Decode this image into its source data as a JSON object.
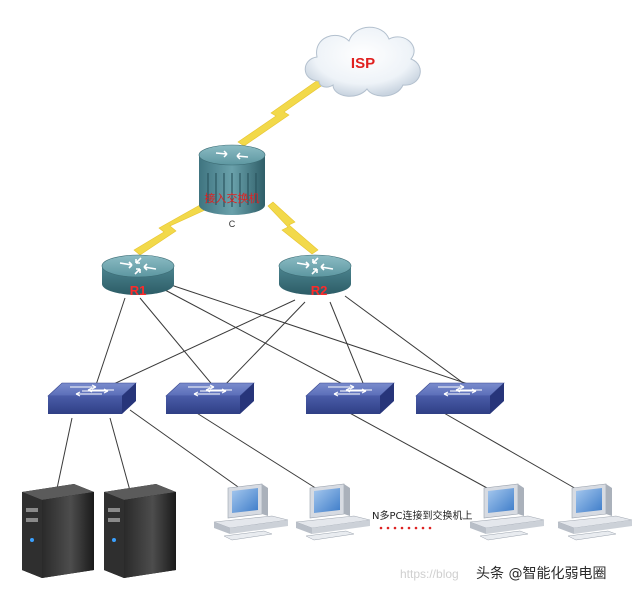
{
  "diagram": {
    "isp_label": "ISP",
    "core_label": "接入交换机",
    "core_sub_label": "C",
    "router1_label": "R1",
    "router2_label": "R2",
    "note_text": "N多PC连接到交换机上",
    "watermark_left": "https://blog",
    "watermark_right": "头条 @智能化弱电圈"
  },
  "colors": {
    "bolt": "#f2d94a",
    "router_body": "#4f8a94",
    "switch_body": "#3d4f9a",
    "label_red": "#e0201f",
    "wire": "#3a3a3a"
  },
  "icons": [
    "cloud-icon",
    "router-icon",
    "switch-icon",
    "server-icon",
    "pc-icon"
  ]
}
